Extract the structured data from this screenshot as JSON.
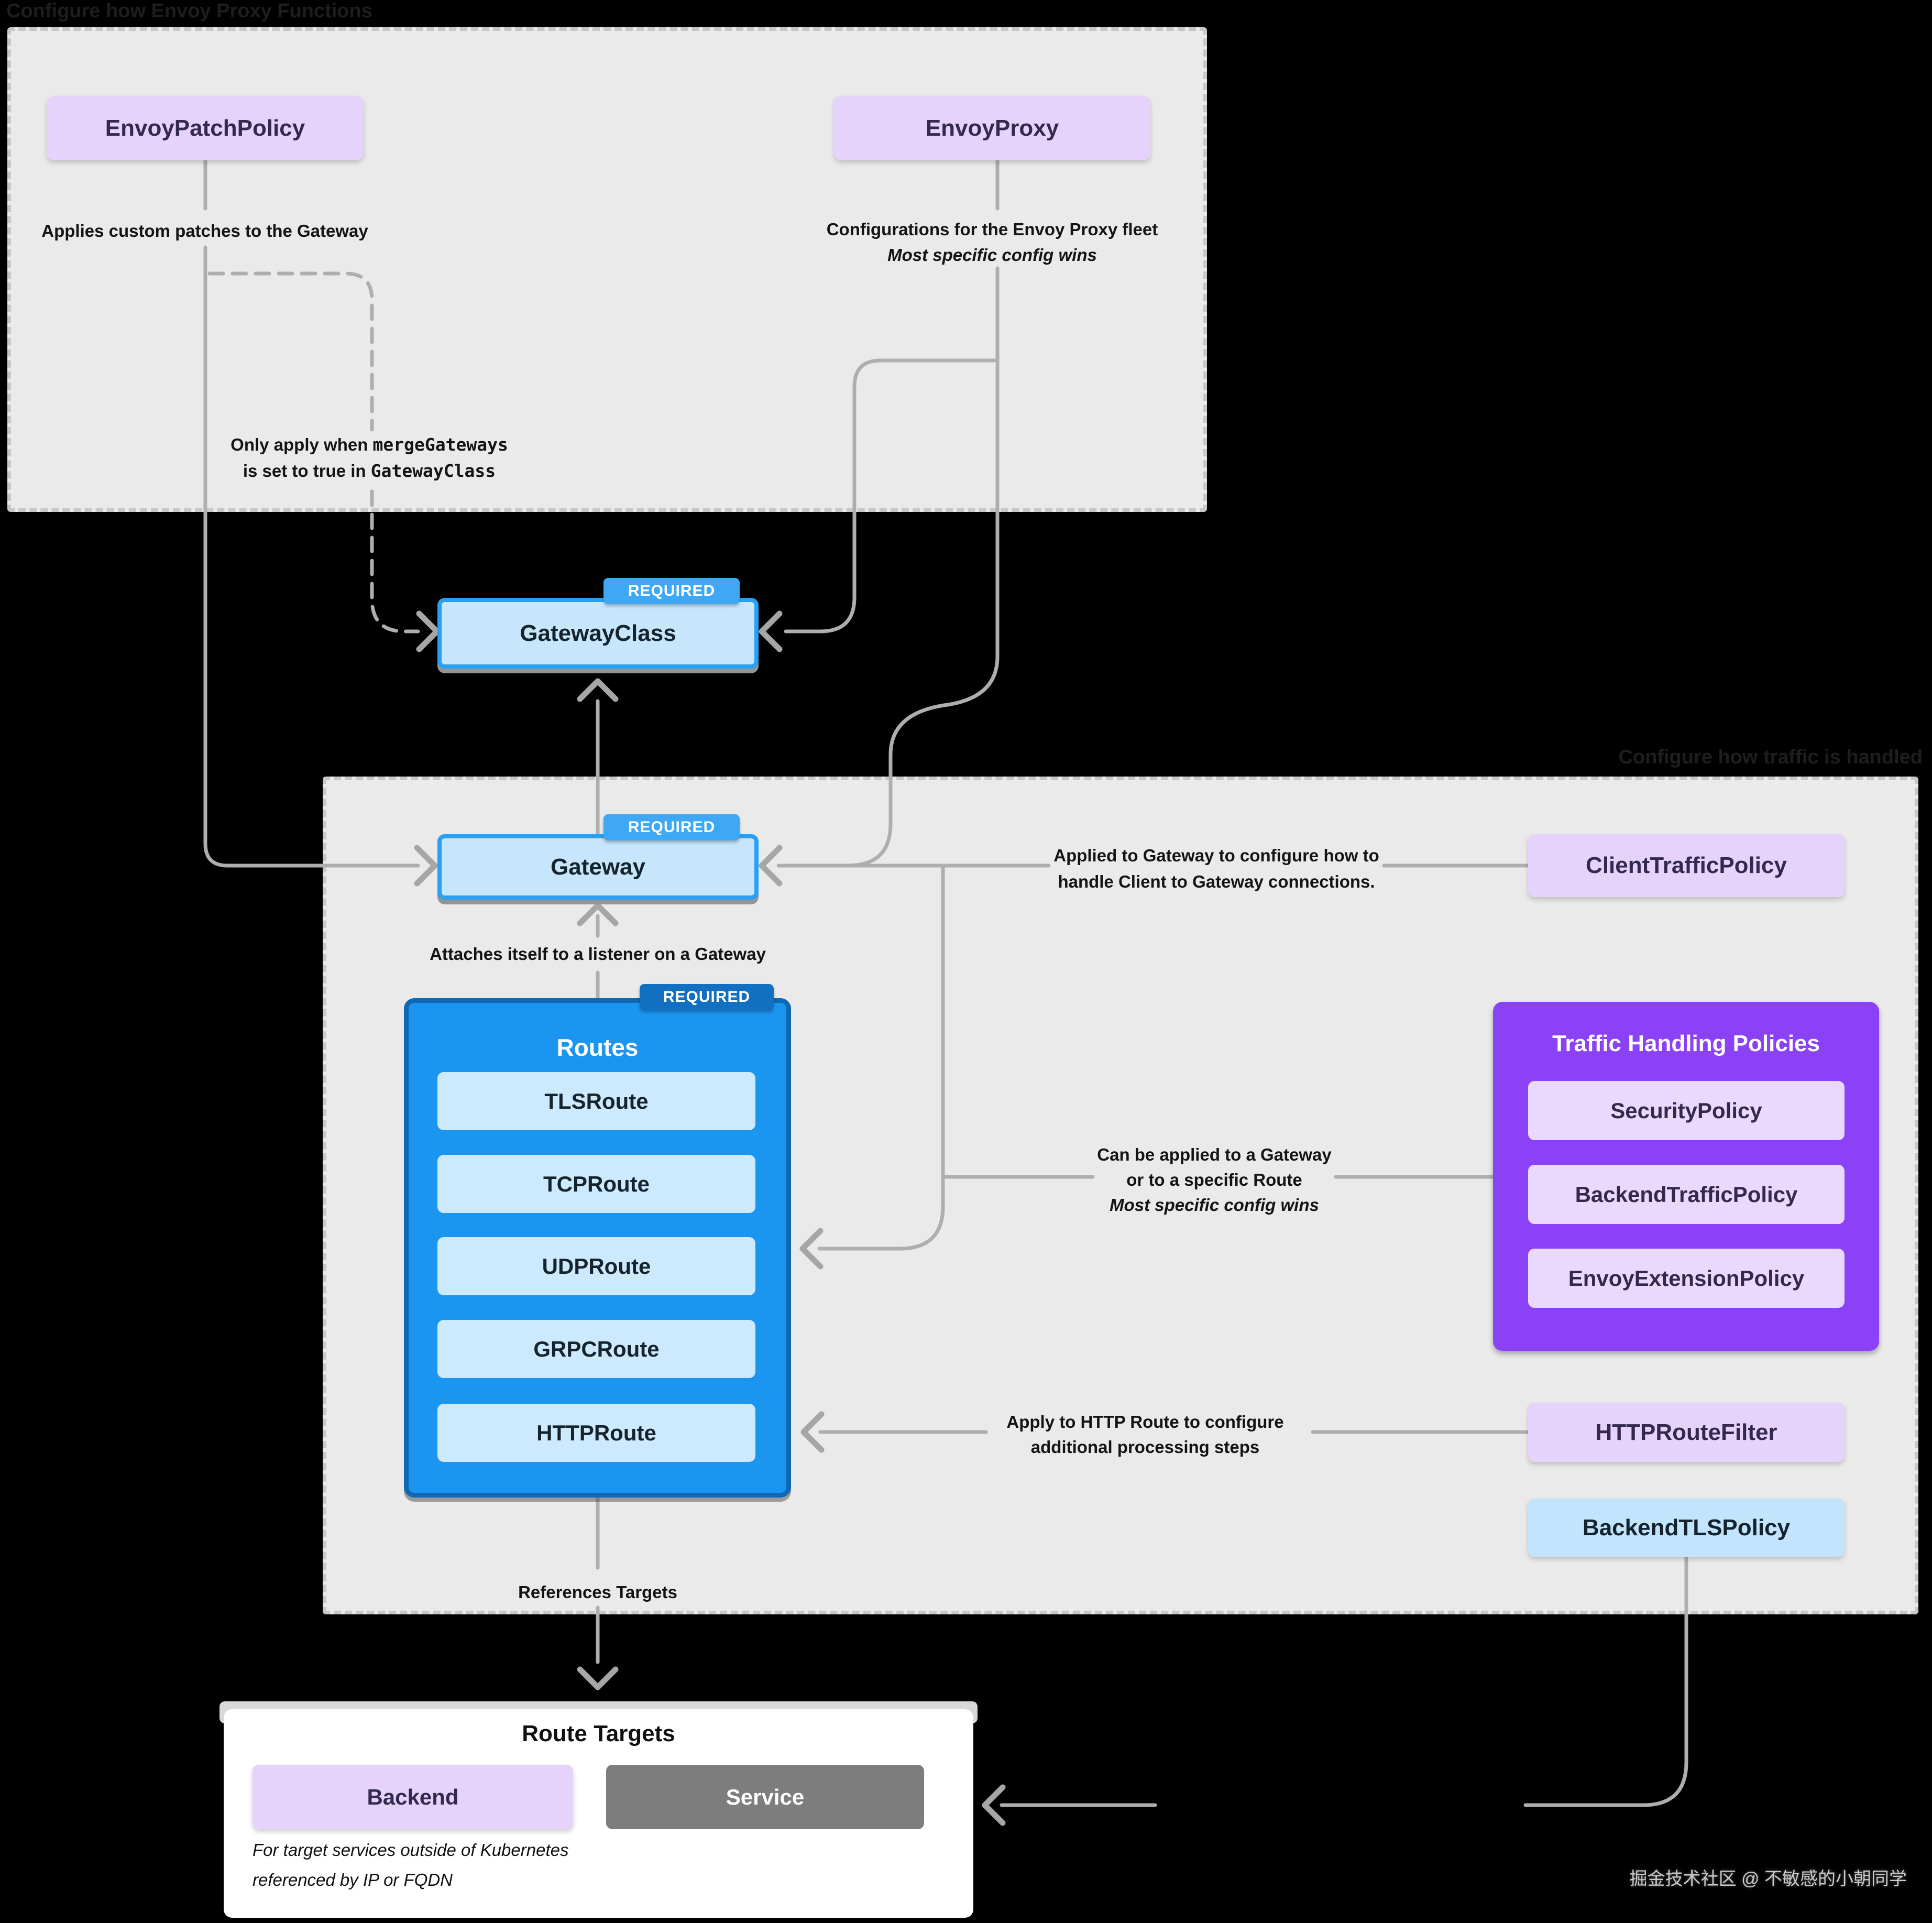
{
  "section1": {
    "title": "Configure how Envoy Proxy Functions",
    "envoy_patch_policy": "EnvoyPatchPolicy",
    "envoy_proxy": "EnvoyProxy",
    "patch_note": "Applies custom patches to the Gateway",
    "proxy_note_line1": "Configurations for the Envoy Proxy fleet",
    "proxy_note_line2": "Most specific config wins",
    "merge_note_line1_text": "Only apply when ",
    "merge_note_line1_code": "mergeGateways",
    "merge_note_line2_text": "is set to true in ",
    "merge_note_line2_code": "GatewayClass"
  },
  "gateway_class": {
    "label": "GatewayClass",
    "badge": "REQUIRED"
  },
  "section2": {
    "title": "Configure how traffic is handled"
  },
  "gateway": {
    "label": "Gateway",
    "badge": "REQUIRED",
    "attach_note": "Attaches itself to a listener on a Gateway"
  },
  "routes": {
    "title": "Routes",
    "badge": "REQUIRED",
    "items": [
      "TLSRoute",
      "TCPRoute",
      "UDPRoute",
      "GRPCRoute",
      "HTTPRoute"
    ],
    "references_note": "References Targets"
  },
  "policies": {
    "client_traffic_policy": "ClientTrafficPolicy",
    "client_note_line1": "Applied to Gateway to configure how to",
    "client_note_line2": "handle Client to Gateway connections.",
    "group_title": "Traffic Handling Policies",
    "group_items": [
      "SecurityPolicy",
      "BackendTrafficPolicy",
      "EnvoyExtensionPolicy"
    ],
    "apply_note_line1": "Can be applied to a Gateway",
    "apply_note_line2": "or to a specific Route",
    "apply_note_line3": "Most specific config wins",
    "http_route_filter": "HTTPRouteFilter",
    "filter_note_line1": "Apply to HTTP Route to configure",
    "filter_note_line2": "additional processing steps",
    "backend_tls_policy": "BackendTLSPolicy"
  },
  "route_targets": {
    "title": "Route Targets",
    "backend": "Backend",
    "service": "Service",
    "note_line1": "For target services outside of Kubernetes",
    "note_line2": "referenced by IP or FQDN"
  },
  "watermark": "掘金技术社区 @ 不敏感的小朝同学",
  "colors": {
    "background": "#000000",
    "section_fill": "#eaeaea",
    "section_border": "#c8c8c8",
    "purple_light": "#e6d3fb",
    "purple_vivid": "#8b41f6",
    "blue_light": "#c7e6fc",
    "blue_border": "#29a0f4",
    "blue_badge": "#3ea8f4",
    "routes_fill": "#1a96f0",
    "routes_border": "#0e68b4",
    "service_gray": "#7d7d7d",
    "connector_gray": "#aeaeae"
  }
}
